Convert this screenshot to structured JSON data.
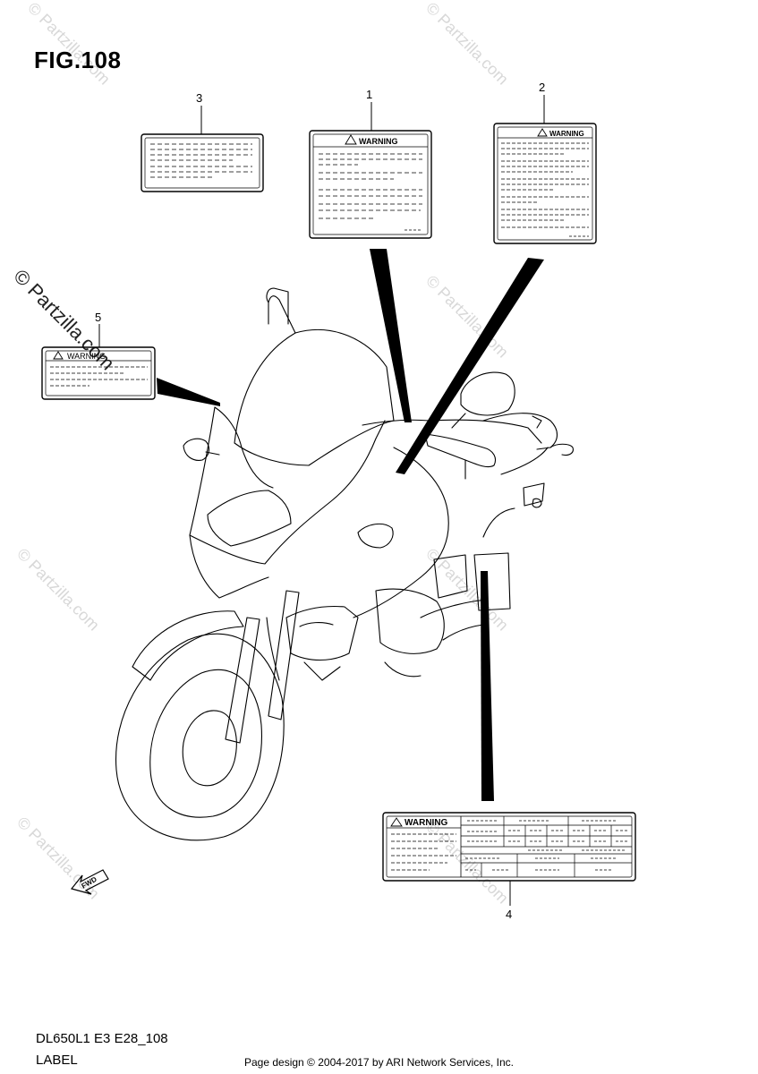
{
  "figure": {
    "title": "FIG.108",
    "model_code": "DL650L1 E3 E28_108",
    "section": "LABEL"
  },
  "callouts": [
    {
      "number": "1",
      "warning_text": "WARNING"
    },
    {
      "number": "2",
      "warning_text": "WARNING"
    },
    {
      "number": "3"
    },
    {
      "number": "4",
      "warning_text": "WARNING"
    },
    {
      "number": "5",
      "warning_text": "WARNING"
    }
  ],
  "direction_marker": "FWD",
  "watermark": "© Partzilla.com",
  "footer": "Page design © 2004-2017 by ARI Network Services, Inc."
}
